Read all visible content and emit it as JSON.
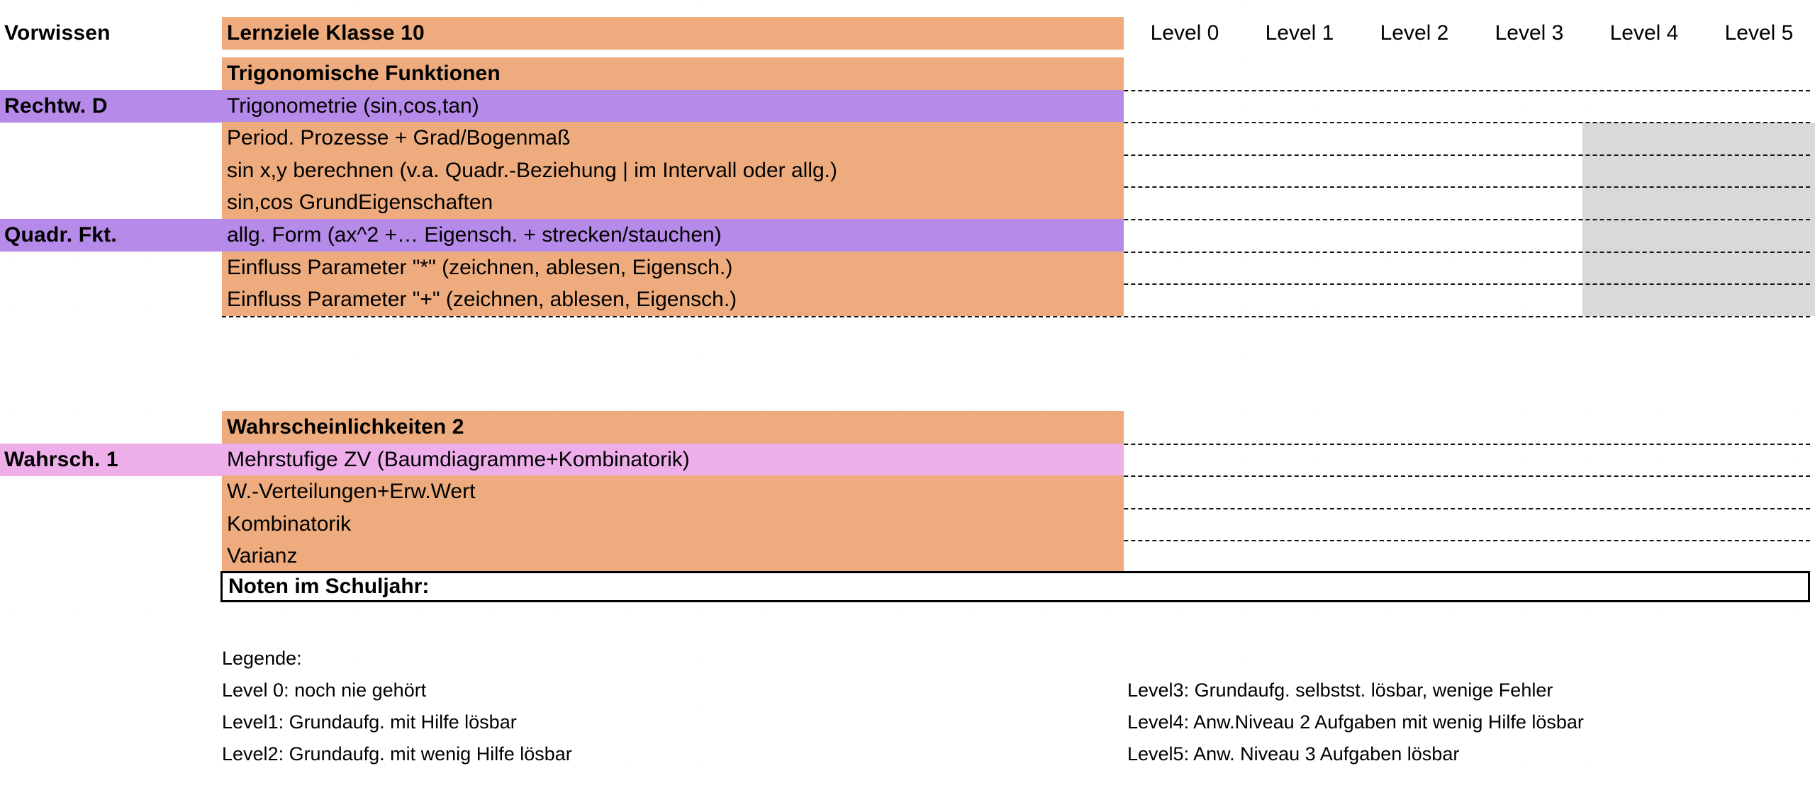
{
  "document": {
    "title": "Lernziele Klasse 10",
    "vorwissen_header": "Vorwissen",
    "colors": {
      "topic_band": "#eeac7e",
      "violet_highlight": "#b68ae8",
      "pink_highlight": "#edaeea",
      "grey_block": "#d9d9d9",
      "rule": "#141414"
    }
  },
  "level_columns": [
    {
      "label": "Level 0"
    },
    {
      "label": "Level 1"
    },
    {
      "label": "Level 2"
    },
    {
      "label": "Level 3"
    },
    {
      "label": "Level 4"
    },
    {
      "label": "Level 5"
    }
  ],
  "blocks": [
    {
      "heading": "Trigonomische Funktionen",
      "rows": [
        {
          "prereq": "Rechtw. D",
          "prereq_style": "violet",
          "topic": "Trigonometrie (sin,cos,tan)",
          "topic_style": "violet"
        },
        {
          "prereq": "",
          "prereq_style": "plain",
          "topic": "Period. Prozesse + Grad/Bogenmaß",
          "topic_style": "orange"
        },
        {
          "prereq": "",
          "prereq_style": "plain",
          "topic": "sin x,y berechnen (v.a. Quadr.-Beziehung | im Intervall oder allg.)",
          "topic_style": "orange"
        },
        {
          "prereq": "",
          "prereq_style": "plain",
          "topic": "sin,cos GrundEigenschaften",
          "topic_style": "orange"
        },
        {
          "prereq": "Quadr. Fkt.",
          "prereq_style": "violet",
          "topic": "allg. Form (ax^2 +… Eigensch. + strecken/stauchen)",
          "topic_style": "violet"
        },
        {
          "prereq": "",
          "prereq_style": "plain",
          "topic": "Einfluss Parameter \"*\" (zeichnen, ablesen, Eigensch.)",
          "topic_style": "orange"
        },
        {
          "prereq": "",
          "prereq_style": "plain",
          "topic": "Einfluss Parameter \"+\" (zeichnen, ablesen, Eigensch.)",
          "topic_style": "orange"
        }
      ]
    },
    {
      "heading": "Wahrscheinlichkeiten 2",
      "rows": [
        {
          "prereq": "Wahrsch. 1",
          "prereq_style": "pink",
          "topic": "Mehrstufige ZV (Baumdiagramme+Kombinatorik)",
          "topic_style": "pink"
        },
        {
          "prereq": "",
          "prereq_style": "plain",
          "topic": "W.-Verteilungen+Erw.Wert",
          "topic_style": "orange"
        },
        {
          "prereq": "",
          "prereq_style": "plain",
          "topic": "Kombinatorik",
          "topic_style": "orange"
        },
        {
          "prereq": "",
          "prereq_style": "plain",
          "topic": "Varianz",
          "topic_style": "orange"
        }
      ]
    }
  ],
  "noten": {
    "label": "Noten im Schuljahr:"
  },
  "legend": {
    "title": "Legende:",
    "left": [
      "Level 0: noch nie gehört",
      "Level1: Grundaufg. mit Hilfe lösbar",
      "Level2: Grundaufg. mit wenig Hilfe lösbar"
    ],
    "right": [
      "Level3: Grundaufg. selbstst. lösbar, wenige Fehler",
      "Level4: Anw.Niveau 2 Aufgaben mit wenig Hilfe lösbar",
      "Level5: Anw. Niveau 3 Aufgaben lösbar"
    ]
  }
}
